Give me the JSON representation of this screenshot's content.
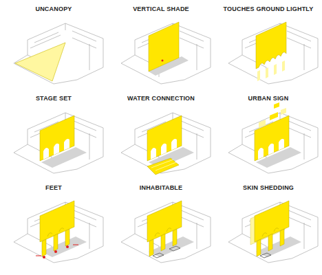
{
  "diagram": {
    "labels": [
      "UNCANOPY",
      "VERTICAL SHADE",
      "TOUCHES GROUND LIGHTLY",
      "STAGE SET",
      "WATER CONNECTION",
      "URBAN SIGN",
      "FEET",
      "INHABITABLE",
      "SKIN SHEDDING"
    ]
  }
}
